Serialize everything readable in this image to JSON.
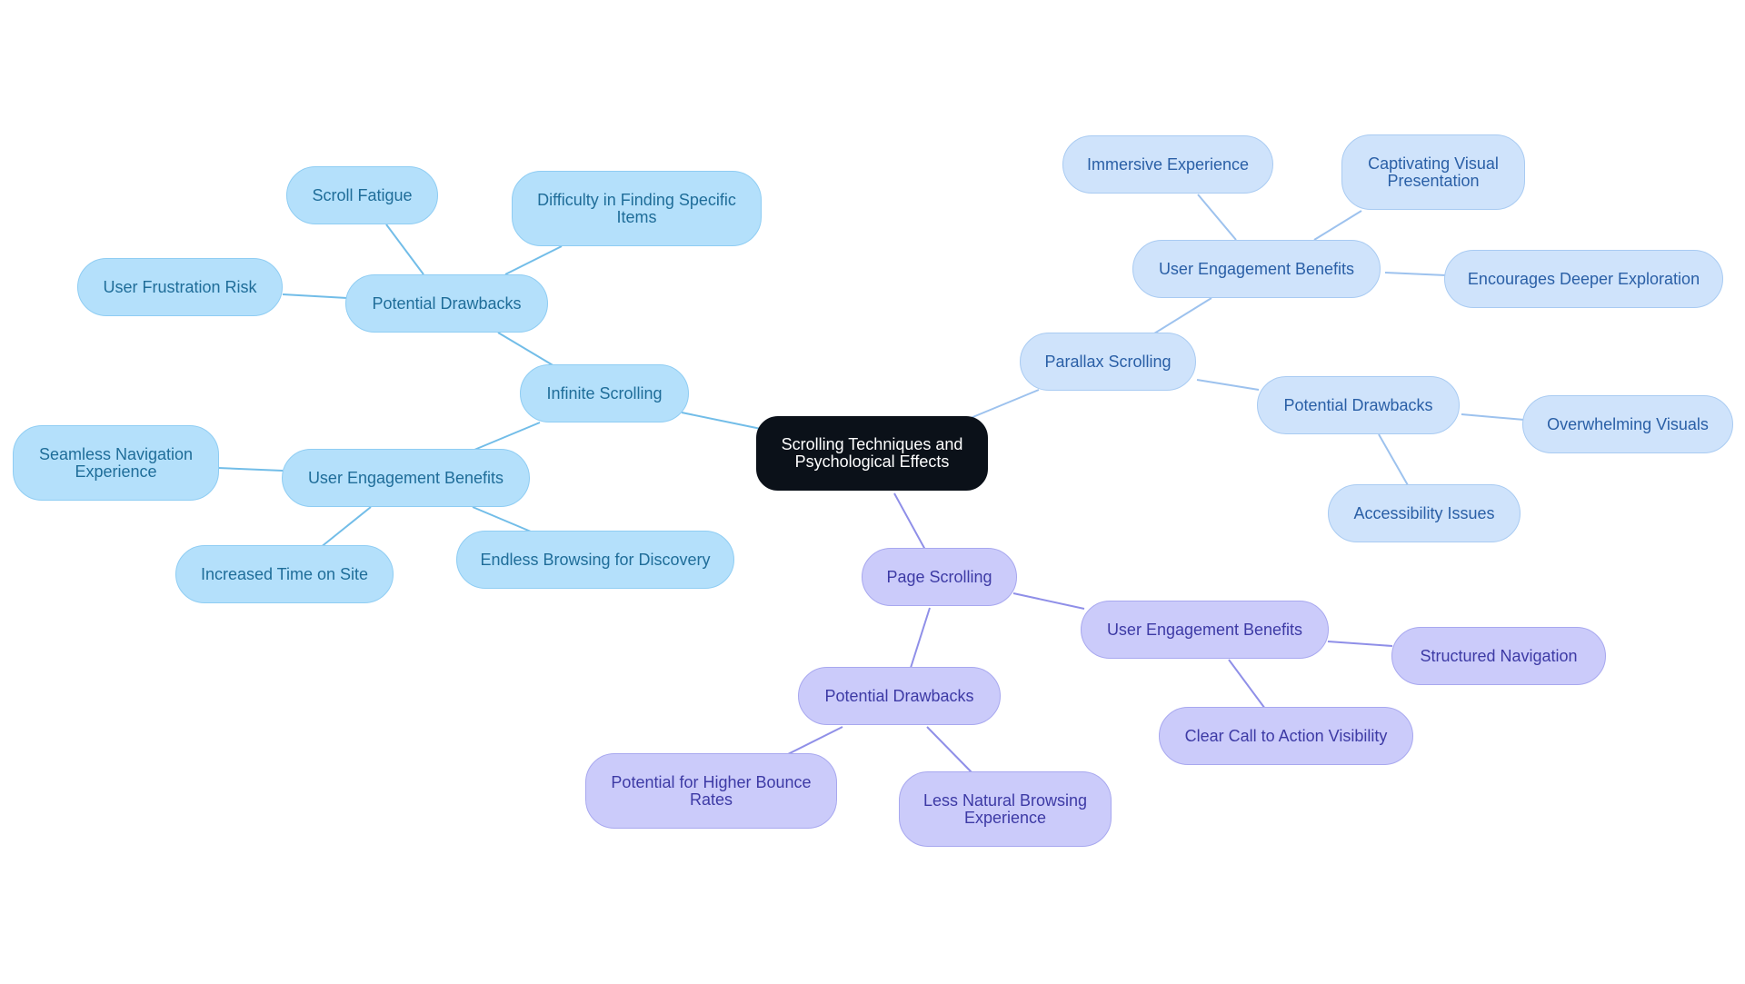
{
  "root": {
    "label": "Scrolling Techniques and Psychological Effects"
  },
  "colors": {
    "root": "#0b1119",
    "infinite": "#b4e0fb",
    "parallax": "#cfe3fb",
    "page": "#cbcbfa",
    "line_infinite": "#72bde8",
    "line_parallax": "#9dc2ee",
    "line_page": "#8f8fe8"
  },
  "branches": {
    "infinite": {
      "label": "Infinite Scrolling",
      "drawbacks": {
        "label": "Potential Drawbacks",
        "items": [
          "Scroll Fatigue",
          "Difficulty in Finding Specific Items",
          "User Frustration Risk"
        ]
      },
      "benefits": {
        "label": "User Engagement Benefits",
        "items": [
          "Seamless Navigation Experience",
          "Increased Time on Site",
          "Endless Browsing for Discovery"
        ]
      }
    },
    "parallax": {
      "label": "Parallax Scrolling",
      "benefits": {
        "label": "User Engagement Benefits",
        "items": [
          "Immersive Experience",
          "Captivating Visual Presentation",
          "Encourages Deeper Exploration"
        ]
      },
      "drawbacks": {
        "label": "Potential Drawbacks",
        "items": [
          "Overwhelming Visuals",
          "Accessibility Issues"
        ]
      }
    },
    "page": {
      "label": "Page Scrolling",
      "benefits": {
        "label": "User Engagement Benefits",
        "items": [
          "Structured Navigation",
          "Clear Call to Action Visibility"
        ]
      },
      "drawbacks": {
        "label": "Potential Drawbacks",
        "items": [
          "Potential for Higher Bounce Rates",
          "Less Natural Browsing Experience"
        ]
      }
    }
  }
}
